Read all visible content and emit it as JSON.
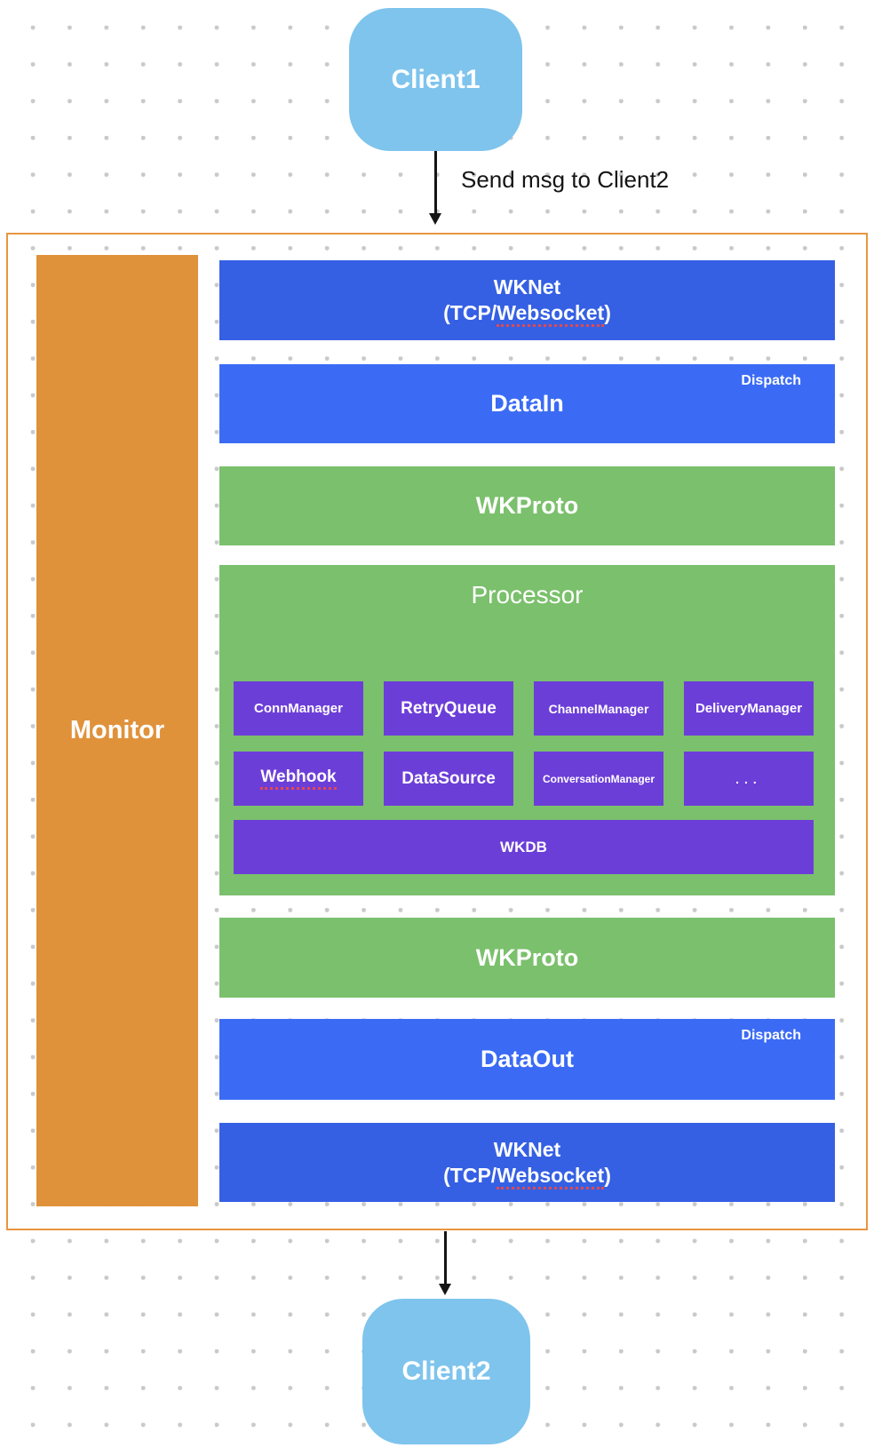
{
  "colors": {
    "client_fill": "#7ec4ed",
    "wknet_blue": "#3560e4",
    "data_blue": "#3b6bf4",
    "layer_green": "#7bc06c",
    "module_purple": "#6c3ed8",
    "monitor_orange": "#e0923b",
    "container_border_orange": "#e8963f",
    "spellcheck_red": "#e5484d",
    "arrow_black": "#141414"
  },
  "nodes": {
    "client1": {
      "label": "Client1"
    },
    "client2": {
      "label": "Client2"
    },
    "edge": {
      "label": "Send msg to Client2"
    }
  },
  "system": {
    "monitor": {
      "label": "Monitor"
    },
    "wknet_in": {
      "line1": "WKNet",
      "l2_prefix": "(TCP/",
      "l2_underlined": "Websocket",
      "l2_suffix": ")"
    },
    "data_in": {
      "label": "DataIn",
      "badge": "Dispatch"
    },
    "wkproto_in": {
      "label": "WKProto"
    },
    "processor": {
      "label": "Processor",
      "modules": [
        {
          "label": "ConnManager"
        },
        {
          "label": "RetryQueue"
        },
        {
          "label": "ChannelManager"
        },
        {
          "label": "DeliveryManager"
        },
        {
          "label": "Webhook"
        },
        {
          "label": "DataSource"
        },
        {
          "label": "ConversationManager"
        },
        {
          "label": "..."
        }
      ],
      "db": {
        "label": "WKDB"
      }
    },
    "wkproto_out": {
      "label": "WKProto"
    },
    "data_out": {
      "label": "DataOut",
      "badge": "Dispatch"
    },
    "wknet_out": {
      "line1": "WKNet",
      "l2_prefix": "(TCP/",
      "l2_underlined": "Websocket",
      "l2_suffix": ")"
    }
  }
}
